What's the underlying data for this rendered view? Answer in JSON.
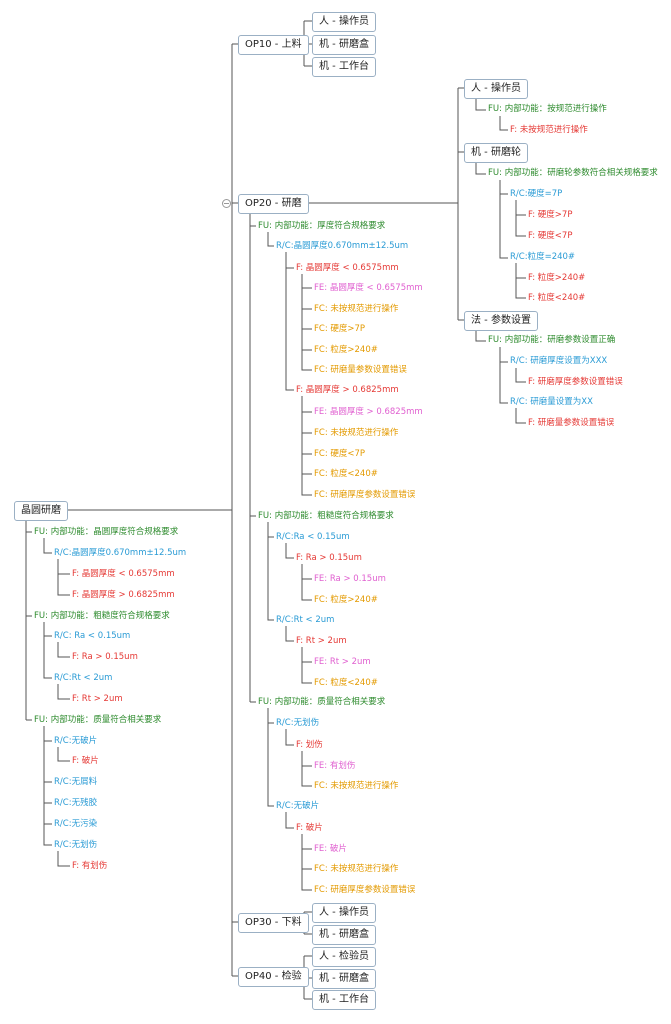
{
  "root": "晶圆研磨",
  "op10": {
    "title": "OP10 - 上料",
    "items": [
      "人 - 操作员",
      "机 - 研磨盒",
      "机 - 工作台"
    ]
  },
  "op20": {
    "title": "OP20 - 研磨",
    "right": {
      "person": {
        "label": "人 - 操作员",
        "fu": "内部功能：按规范进行操作",
        "f": "未按规范进行操作"
      },
      "machine": {
        "label": "机 - 研磨轮",
        "fu": "内部功能：研磨轮参数符合相关规格要求",
        "rc1": "硬度=7P",
        "f1a": "硬度>7P",
        "f1b": "硬度<7P",
        "rc2": "粒度=240#",
        "f2a": "粒度>240#",
        "f2b": "粒度<240#"
      },
      "method": {
        "label": "法 - 参数设置",
        "fu": "内部功能：研磨参数设置正确",
        "rc1": "研磨厚度设置为XXX",
        "f1": "研磨厚度参数设置错误",
        "rc2": "研磨量设置为XX",
        "f2": "研磨量参数设置错误"
      }
    },
    "fu1": "内部功能：厚度符合规格要求",
    "rc1": "晶圆厚度0.670mm±12.5um",
    "f1": "晶圆厚度 < 0.6575mm",
    "f1_fe": "晶圆厚度 < 0.6575mm",
    "f1_fc": [
      "未按规范进行操作",
      "硬度>7P",
      "粒度>240#",
      "研磨量参数设置错误"
    ],
    "f2": "晶圆厚度 > 0.6825mm",
    "f2_fe": "晶圆厚度 > 0.6825mm",
    "f2_fc": [
      "未按规范进行操作",
      "硬度<7P",
      "粒度<240#",
      "研磨厚度参数设置错误"
    ],
    "fu2": "内部功能：粗糙度符合规格要求",
    "rc2": "Ra < 0.15um",
    "f3": "Ra > 0.15um",
    "f3_fe": "Ra > 0.15um",
    "f3_fc": "粒度>240#",
    "rc3": "Rt < 2um",
    "f4": "Rt > 2um",
    "f4_fe": "Rt > 2um",
    "f4_fc": "粒度<240#",
    "fu3": "内部功能：质量符合相关要求",
    "rc4": "无划伤",
    "f5": "划伤",
    "f5_fe": "有划伤",
    "f5_fc": "未按规范进行操作",
    "rc5": "无破片",
    "f6": "破片",
    "f6_fe": "破片",
    "f6_fc": [
      "未按规范进行操作",
      "研磨厚度参数设置错误"
    ]
  },
  "op30": {
    "title": "OP30 - 下料",
    "items": [
      "人 - 操作员",
      "机 - 研磨盒"
    ]
  },
  "op40": {
    "title": "OP40 - 检验",
    "items": [
      "人 - 检验员",
      "机 - 研磨盒",
      "机 - 工作台"
    ]
  },
  "left": {
    "fu1": "内部功能：晶圆厚度符合规格要求",
    "rc1": "晶圆厚度0.670mm±12.5um",
    "f1": "晶圆厚度 < 0.6575mm",
    "f2": "晶圆厚度 > 0.6825mm",
    "fu2": "内部功能：粗糙度符合规格要求",
    "rc2": "Ra < 0.15um",
    "f3": "Ra > 0.15um",
    "rc3": "Rt < 2um",
    "f4": "Rt > 2um",
    "fu3": "内部功能：质量符合相关要求",
    "rc4": "无破片",
    "f5": "破片",
    "rc5": "无屑料",
    "rc6": "无残胶",
    "rc7": "无污染",
    "rc8": "无划伤",
    "f6": "有划伤"
  },
  "tags": {
    "fu": "FU:",
    "rc": "R/C:",
    "f": "F:",
    "fe": "FE:",
    "fc": "FC:"
  },
  "colors": {
    "fu": "#2e8b2e",
    "rc": "#2a9bd5",
    "f": "#e53935",
    "fe": "#e060d0",
    "fc": "#e39a00",
    "line": "#555555"
  }
}
